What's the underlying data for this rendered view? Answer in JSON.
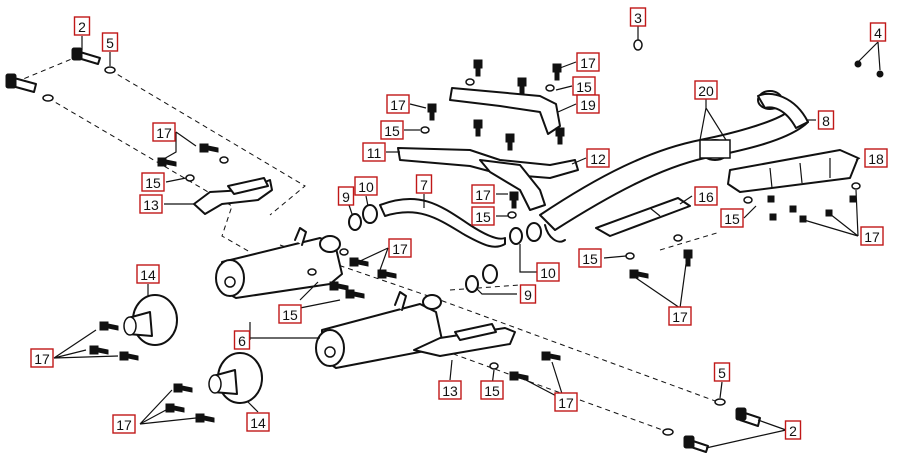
{
  "diagram": {
    "type": "exploded-parts-diagram",
    "accent_color": "#c01818",
    "callouts": [
      {
        "id": "c2a",
        "number": "2"
      },
      {
        "id": "c5a",
        "number": "5"
      },
      {
        "id": "c3",
        "number": "3"
      },
      {
        "id": "c4",
        "number": "4"
      },
      {
        "id": "c17a",
        "number": "17"
      },
      {
        "id": "c15a",
        "number": "15"
      },
      {
        "id": "c19",
        "number": "19"
      },
      {
        "id": "c17b",
        "number": "17"
      },
      {
        "id": "c15b",
        "number": "15"
      },
      {
        "id": "c11",
        "number": "11"
      },
      {
        "id": "c12",
        "number": "12"
      },
      {
        "id": "c20",
        "number": "20"
      },
      {
        "id": "c8",
        "number": "8"
      },
      {
        "id": "c18",
        "number": "18"
      },
      {
        "id": "c17c",
        "number": "17"
      },
      {
        "id": "c15c",
        "number": "15"
      },
      {
        "id": "c13a",
        "number": "13"
      },
      {
        "id": "c9a",
        "number": "9"
      },
      {
        "id": "c10a",
        "number": "10"
      },
      {
        "id": "c7",
        "number": "7"
      },
      {
        "id": "c17d",
        "number": "17"
      },
      {
        "id": "c15d",
        "number": "15"
      },
      {
        "id": "c16",
        "number": "16"
      },
      {
        "id": "c15e",
        "number": "15"
      },
      {
        "id": "c17e",
        "number": "17"
      },
      {
        "id": "c15f",
        "number": "15"
      },
      {
        "id": "c17f",
        "number": "17"
      },
      {
        "id": "c17g",
        "number": "17"
      },
      {
        "id": "c15g",
        "number": "15"
      },
      {
        "id": "c10b",
        "number": "10"
      },
      {
        "id": "c9b",
        "number": "9"
      },
      {
        "id": "c14a",
        "number": "14"
      },
      {
        "id": "c6",
        "number": "6"
      },
      {
        "id": "c17h",
        "number": "17"
      },
      {
        "id": "c13b",
        "number": "13"
      },
      {
        "id": "c15h",
        "number": "15"
      },
      {
        "id": "c17i",
        "number": "17"
      },
      {
        "id": "c5b",
        "number": "5"
      },
      {
        "id": "c14b",
        "number": "14"
      },
      {
        "id": "c17j",
        "number": "17"
      },
      {
        "id": "c2b",
        "number": "2"
      }
    ]
  }
}
